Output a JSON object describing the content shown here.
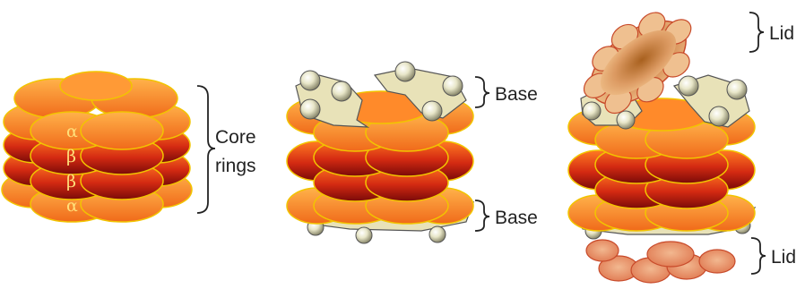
{
  "figure": {
    "panels": [
      {
        "id": "core",
        "ring_labels": [
          "α",
          "β",
          "β",
          "α"
        ],
        "bracket_label_lines": [
          "Core",
          "rings"
        ]
      },
      {
        "id": "core-with-bases",
        "top_label": "Base",
        "bottom_label": "Base"
      },
      {
        "id": "full-proteasome",
        "top_label": "Lid",
        "bottom_label": "Lid"
      }
    ],
    "colors": {
      "ring_dark": "#b01212",
      "ring_light": "#ff8a2a",
      "ring_outline": "#f2c400",
      "base_fill": "#e8e2b8",
      "base_outline": "#555555",
      "lid_fill": "#d89a6a",
      "lid_outline": "#c84a2a"
    }
  }
}
